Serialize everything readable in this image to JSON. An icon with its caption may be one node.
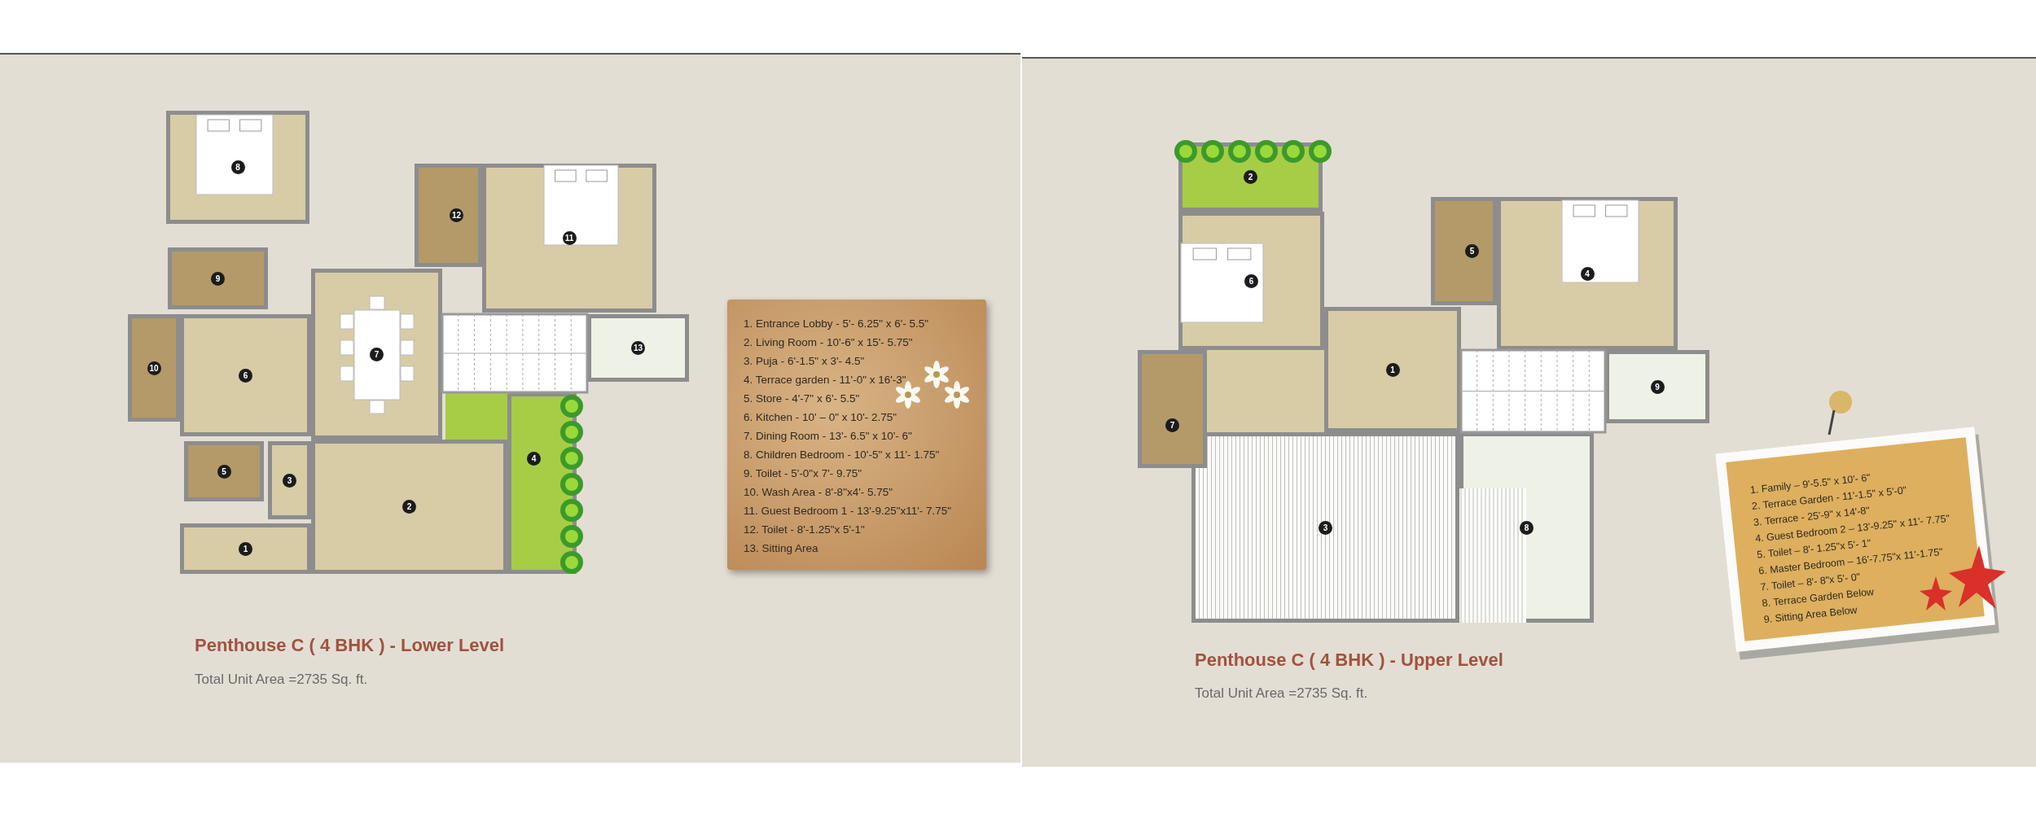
{
  "diagram": {
    "nodes": [
      {
        "text": [
          "1"
        ]
      },
      {
        "text": [
          "2"
        ]
      },
      {
        "text": [
          "3"
        ]
      },
      {
        "text": [
          "4"
        ]
      },
      {
        "text": [
          "5"
        ]
      },
      {
        "text": [
          "6"
        ]
      },
      {
        "text": [
          "7"
        ]
      },
      {
        "text": [
          "8"
        ]
      },
      {
        "text": [
          "9"
        ]
      },
      {
        "text": [
          "10"
        ]
      },
      {
        "text": [
          "11"
        ]
      },
      {
        "text": [
          "12"
        ]
      },
      {
        "text": [
          "13"
        ]
      },
      {
        "text": [
          "1. Entrance Lobby - 5'- 6.25\" x 6'- 5.5\"",
          "2. Living Room - 10'-6\" x 15'- 5.75\"",
          "3. Puja - 6'-1.5\" x 3'- 4.5\"",
          "4. Terrace garden - 11'-0\" x 16'-3\"",
          "5. Store - 4'-7\" x 6'- 5.5\"",
          "6. Kitchen - 10' – 0\" x 10'- 2.75\"",
          "7. Dining Room - 13'- 6.5\" x 10'- 6\"",
          "8. Children Bedroom - 10'-5\" x 11'- 1.75\"",
          "9. Toilet - 5'-0\"x 7'- 9.75\"",
          "10. Wash Area - 8'-8\"x4'- 5.75\"",
          "11. Guest Bedroom 1 - 13'-9.25\"x11'- 7.75\"",
          "12. Toilet - 8'-1.25\"x 5'-1\"",
          "13. Sitting Area"
        ]
      },
      {
        "text": [
          "1"
        ]
      },
      {
        "text": [
          "2"
        ]
      },
      {
        "text": [
          "3"
        ]
      },
      {
        "text": [
          "4"
        ]
      },
      {
        "text": [
          "5"
        ]
      },
      {
        "text": [
          "6"
        ]
      },
      {
        "text": [
          "7"
        ]
      },
      {
        "text": [
          "8"
        ]
      },
      {
        "text": [
          "9"
        ]
      },
      {
        "text": [
          "1. Family – 9'-5.5\" x 10'- 6\"",
          "2. Terrace Garden - 11'-1.5\" x 5'-0\"",
          "3. Terrace - 25'-9\" x 14'-8\"",
          "4. Guest Bedroom 2 – 13'-9.25\" x 11'- 7.75\"",
          "5. Toilet – 8'- 1.25\"x 5'- 1\"",
          "6. Master Bedroom – 16'-7.75\"x 11'-1.75\"",
          "7. Toilet – 8'- 8\"x 5'- 0\"",
          "8. Terrace Garden Below",
          "9. Sitting Area Below"
        ]
      }
    ],
    "labels": [
      "Penthouse C ( 4 BHK ) - Lower Level",
      "Total Unit Area =2735 Sq. ft.",
      "Penthouse C ( 4 BHK ) - Upper Level",
      "Total Unit Area =2735 Sq. ft."
    ]
  }
}
